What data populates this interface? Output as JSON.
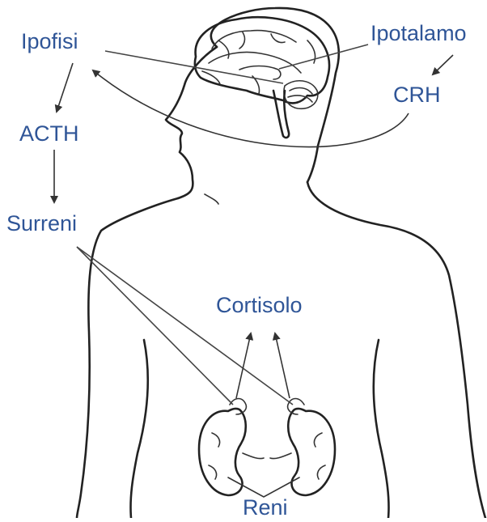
{
  "diagram": {
    "labels": {
      "ipofisi": "Ipofisi",
      "ipotalamo": "Ipotalamo",
      "crh": "CRH",
      "acth": "ACTH",
      "surreni": "Surreni",
      "cortisolo": "Cortisolo",
      "reni": "Reni"
    },
    "colors": {
      "label_text": "#2f5597",
      "outline": "#222222",
      "background": "#ffffff"
    }
  }
}
